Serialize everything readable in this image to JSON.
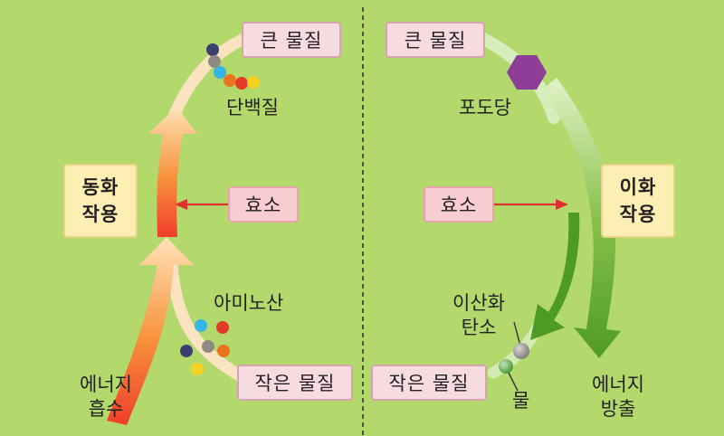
{
  "anabolism": {
    "top_material": "큰 물질",
    "product": "단백질",
    "enzyme": "효소",
    "process_line1": "동화",
    "process_line2": "작용",
    "raw_material": "아미노산",
    "bottom_material": "작은 물질",
    "energy_line1": "에너지",
    "energy_line2": "흡수"
  },
  "catabolism": {
    "top_material": "큰 물질",
    "substrate": "포도당",
    "enzyme": "효소",
    "process_line1": "이화",
    "process_line2": "작용",
    "product_co2_line1": "이산화",
    "product_co2_line2": "탄소",
    "product_water": "물",
    "bottom_material": "작은 물질",
    "energy_line1": "에너지",
    "energy_line2": "방출"
  },
  "colors": {
    "background": "#b3d96d",
    "anabolism_arrow_start": "#f03e2b",
    "anabolism_arrow_end": "#ffd9a6",
    "catabolism_arrow_start": "#d5ecb5",
    "catabolism_arrow_end": "#3d8f1e",
    "enzyme_arrow": "#e0322e",
    "glucose": "#8c3e98"
  }
}
